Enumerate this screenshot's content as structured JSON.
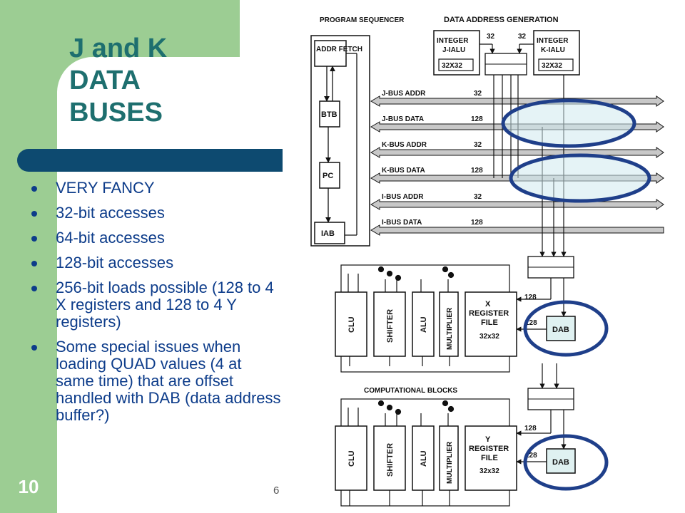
{
  "slide": {
    "title_lines": [
      "J and K",
      "DATA",
      "BUSES"
    ],
    "bullets": [
      "VERY FANCY",
      "32-bit accesses",
      "64-bit accesses",
      "128-bit accesses",
      "256-bit loads possible (128 to 4 X registers and 128 to 4 Y registers)",
      "Some special issues when loading QUAD values (4 at same time) that are offset handled with DAB (data address buffer?)"
    ],
    "slide_number": "10",
    "footer_mark": "6",
    "accent_green": "#9ccd93",
    "title_color": "#1e6f6f",
    "bar_color": "#0d4a70",
    "text_color": "#0d3c8a"
  },
  "diagram": {
    "program_sequencer": "PROGRAM SEQUENCER",
    "data_address_generation": "DATA ADDRESS GENERATION",
    "addr_fetch": "ADDR FETCH",
    "btb": "BTB",
    "pc": "PC",
    "iab": "IAB",
    "j_ialu": "INTEGER J-IALU",
    "k_ialu": "INTEGER K-IALU",
    "ialu_size": "32X32",
    "ialu_width_j": "32",
    "ialu_width_k": "32",
    "buses": [
      {
        "label": "J-BUS ADDR",
        "width": "32"
      },
      {
        "label": "J-BUS DATA",
        "width": "128"
      },
      {
        "label": "K-BUS ADDR",
        "width": "32"
      },
      {
        "label": "K-BUS DATA",
        "width": "128"
      },
      {
        "label": "I-BUS ADDR",
        "width": "32"
      },
      {
        "label": "I-BUS DATA",
        "width": "128"
      }
    ],
    "clu": "CLU",
    "shifter": "SHIFTER",
    "alu": "ALU",
    "multiplier": "MULTIPLIER",
    "x_register_file": "X REGISTER FILE",
    "y_register_file": "Y REGISTER FILE",
    "register_size": "32x32",
    "dab": "DAB",
    "dab_width": "128",
    "computational_blocks": "COMPUTATIONAL BLOCKS",
    "highlight_color": "#1f3f8a"
  }
}
